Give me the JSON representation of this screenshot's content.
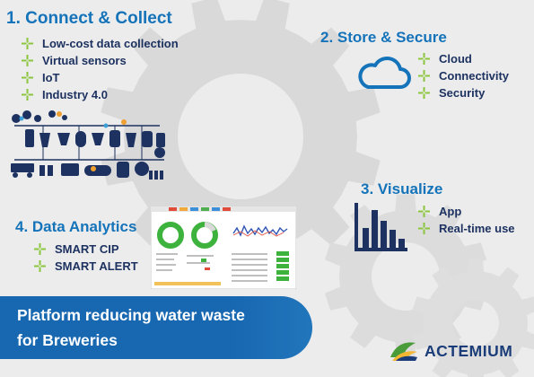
{
  "sections": {
    "connect": {
      "title": "1. Connect & Collect",
      "items": [
        "Low-cost data collection",
        "Virtual sensors",
        "IoT",
        "Industry 4.0"
      ],
      "icon": "process-plant-diagram"
    },
    "store": {
      "title": "2. Store & Secure",
      "items": [
        "Cloud",
        "Connectivity",
        "Security"
      ],
      "icon": "cloud-icon"
    },
    "visualize": {
      "title": "3. Visualize",
      "items": [
        "App",
        "Real-time use"
      ],
      "icon": "bar-chart-icon"
    },
    "analytics": {
      "title": "4. Data Analytics",
      "items": [
        "SMART CIP",
        "SMART ALERT"
      ],
      "icon": "dashboard-screenshot"
    }
  },
  "banner": {
    "line1": "Platform reducing water waste",
    "line2": "for Breweries"
  },
  "logo": {
    "text": "ACTEMIUM"
  },
  "colors": {
    "title_blue": "#1473b9",
    "item_navy": "#1d3260",
    "sparkle_green": "#8cc63f",
    "banner_blue": "#1867b1",
    "gear_gray": "#d9d9da",
    "logo_navy": "#1a3c78"
  }
}
